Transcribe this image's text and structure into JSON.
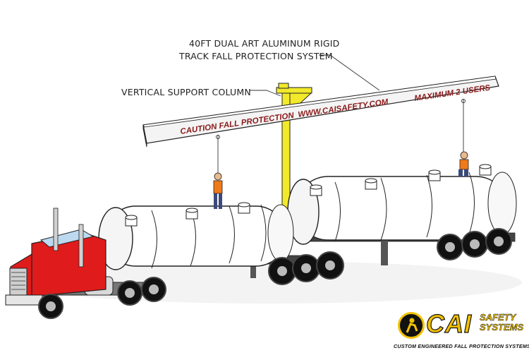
{
  "callouts": {
    "system_line1": "40FT DUAL ART  ALUMINUM  RIGID",
    "system_line2": "TRACK FALL PROTECTION SYSTEM",
    "column": "VERTICAL SUPPORT COLUMN"
  },
  "beam_labels": {
    "caution": "CAUTION FALL PROTECTION",
    "website": "WWW.CAISAFETY.COM",
    "maximum": "MAXIMUM 2 USERS"
  },
  "logo": {
    "name": "CAI",
    "word1": "SAFETY",
    "word2": "SYSTEMS",
    "tagline": "CUSTOM ENGINEERED FALL PROTECTION SYSTEMS"
  },
  "colors": {
    "beam_text": "#8b1a1a",
    "truck_red": "#e01b1b",
    "column_yellow": "#f2e92b",
    "logo_yellow": "#f2c200"
  },
  "icons": [
    "safety-worker-icon"
  ]
}
